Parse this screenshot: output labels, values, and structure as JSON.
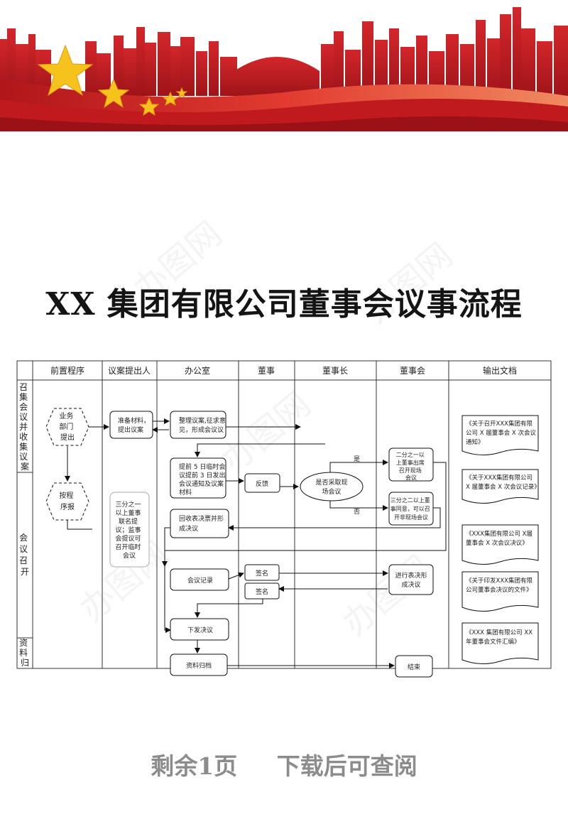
{
  "title": "XX 集团有限公司董事会议事流程",
  "watermark": "办图网",
  "footer": {
    "left": "剩余1页",
    "right": "下载后可查阅"
  },
  "colors": {
    "banner_red": "#c81e22",
    "star_gold": "#f6c21c",
    "footer_gray": "#8c8c8c"
  },
  "flow": {
    "columns": [
      "前置程序",
      "议案提出人",
      "办公室",
      "董事",
      "董事长",
      "董事会",
      "输出文档"
    ],
    "phases": {
      "p1": [
        "召",
        "集",
        "会",
        "议",
        "并",
        "收",
        "集",
        "议",
        "案"
      ],
      "p2": [
        "会",
        "议",
        "召",
        "开"
      ],
      "p3": [
        "资",
        "料",
        "归"
      ]
    },
    "hex1": [
      "业务",
      "部门",
      "提出"
    ],
    "hex2": [
      "按程",
      "序报"
    ],
    "prepare": [
      "准备材料，",
      "提出议案"
    ],
    "organize": [
      "整理议案,征求意",
      "见，形成会议议"
    ],
    "notify": [
      "提前 5 日临时会",
      "议提前 3 日发出",
      "会议通知及议案",
      "材料"
    ],
    "feedback": "反馈",
    "decision": [
      "是否采取现",
      "场会议"
    ],
    "yes": "是",
    "no": "否",
    "onsite": [
      "二分之一以",
      "上董事出席",
      "召开现场",
      "会议"
    ],
    "offsite": [
      "三分之二以上董",
      "事同意，可以召",
      "开非现场会议"
    ],
    "collect": [
      "回收表决票并形",
      "成决议"
    ],
    "proposal_note": [
      "三分之一",
      "以上董事",
      "联名提",
      "议；监事",
      "会提议可",
      "召开临时",
      "会议"
    ],
    "record": "会议记录",
    "sign": "签名",
    "vote": [
      "进行表决形",
      "成决议"
    ],
    "issue": "下发决议",
    "archive": "资料归档",
    "end": "结束",
    "docs": [
      [
        "《关于召开XXX集团有限",
        "公司 X 届董事会 X 次会议",
        "通知》"
      ],
      [
        "《关于XXX集团有限公司",
        "X 届董事会 X 次会议记录》"
      ],
      [
        "《XXX集团有限公司 X届",
        "董事会 X 次会议决议》"
      ],
      [
        "《关于印发XXX集团有限",
        "公司董事会决议的文件》"
      ],
      [
        "《XXX 集团有限公司 XX",
        "年董事会文件汇编》"
      ]
    ]
  }
}
